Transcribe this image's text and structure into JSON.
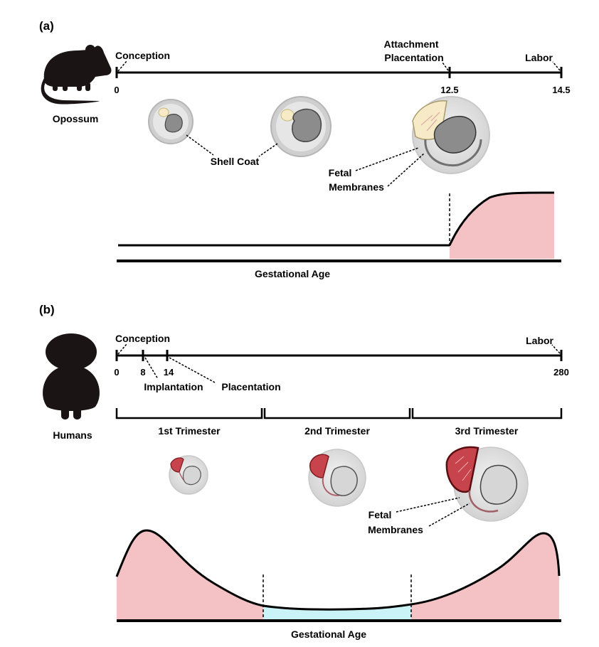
{
  "panel_a": {
    "label": "(a)",
    "species": "Opossum",
    "timeline": {
      "events": {
        "conception": "Conception",
        "attachment_line1": "Attachment",
        "attachment_line2": "Placentation",
        "labor": "Labor"
      },
      "ticks": [
        "0",
        "12.5",
        "14.5"
      ]
    },
    "annotations": {
      "shell_coat": "Shell Coat",
      "fetal_membranes_line1": "Fetal",
      "fetal_membranes_line2": "Membranes"
    },
    "axis_label": "Gestational Age"
  },
  "panel_b": {
    "label": "(b)",
    "species": "Humans",
    "timeline": {
      "events": {
        "conception": "Conception",
        "implantation": "Implantation",
        "placentation": "Placentation",
        "labor": "Labor"
      },
      "ticks": [
        "0",
        "8",
        "14",
        "280"
      ]
    },
    "trimesters": [
      "1st Trimester",
      "2nd Trimester",
      "3rd Trimester"
    ],
    "annotations": {
      "fetal_membranes_line1": "Fetal",
      "fetal_membranes_line2": "Membranes"
    },
    "axis_label": "Gestational Age"
  },
  "colors": {
    "pink_fill": "#f4c2c5",
    "cyan_fill": "#c9f3f6",
    "placenta_red": "#c8444c",
    "yolk": "#f6ebc6",
    "embryo_grey": "#8c8c8c",
    "sac_grey": "#dcdcdc"
  }
}
